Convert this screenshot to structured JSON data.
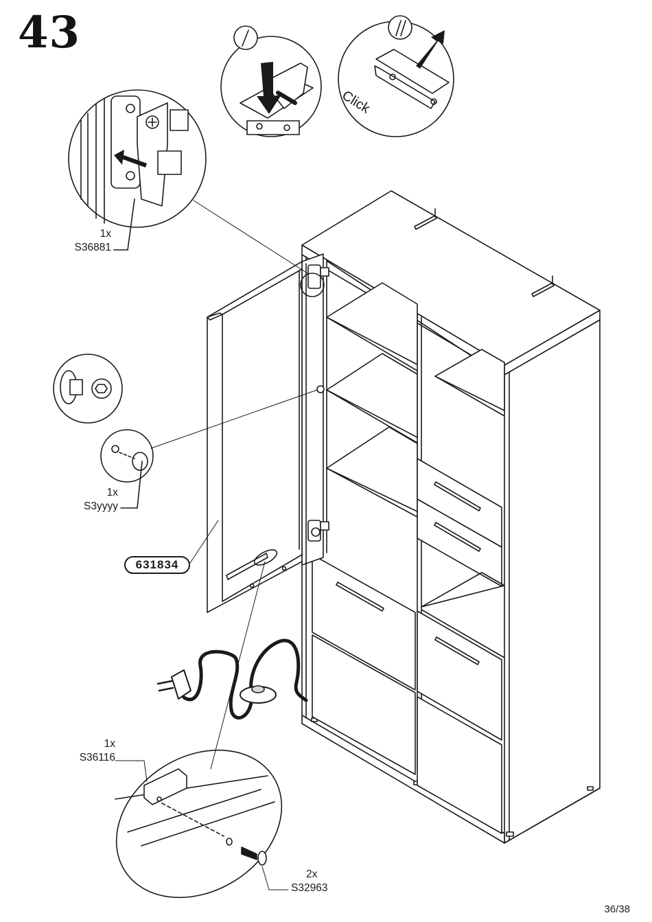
{
  "step": {
    "number": "43"
  },
  "callouts": {
    "hinge": {
      "qty": "1x",
      "code": "S36881"
    },
    "cover": {
      "qty": "1x",
      "code": "S3yyyy"
    },
    "bracket": {
      "qty": "1x",
      "code": "S36116"
    },
    "screw": {
      "qty": "2x",
      "code": "S32963"
    }
  },
  "sub_steps": {
    "first": "I",
    "second": "II",
    "click_text": "Click"
  },
  "part_badge": "631834",
  "page": {
    "current_total": "36/38"
  },
  "colors": {
    "ink": "#1a1a1a",
    "paper": "#ffffff",
    "fill_gray": "#d8d8d8"
  }
}
